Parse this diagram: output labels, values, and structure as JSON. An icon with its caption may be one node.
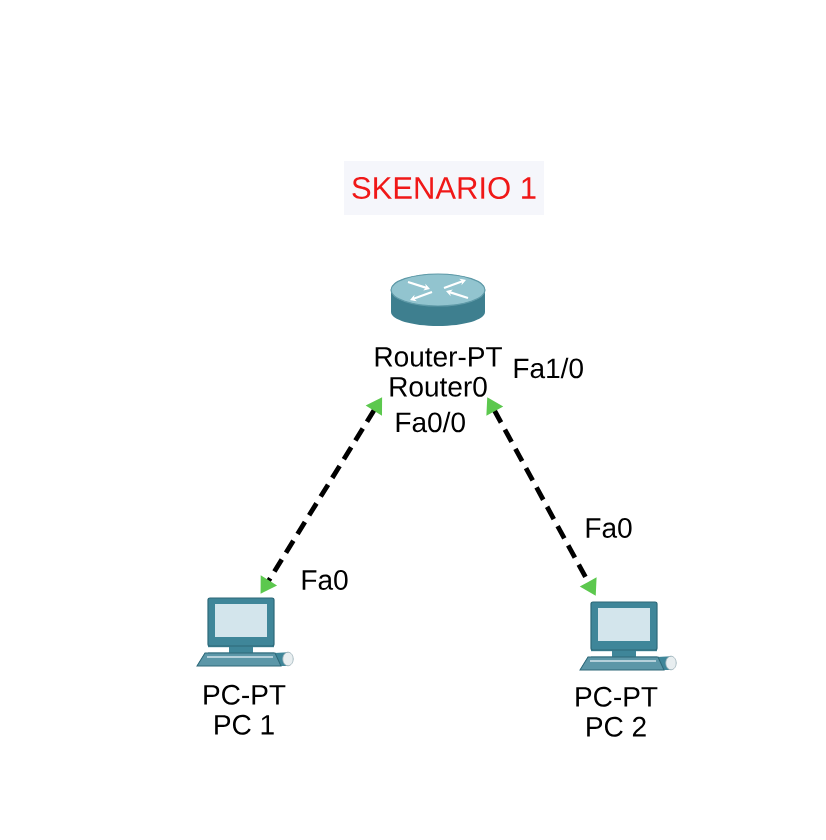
{
  "diagram": {
    "title": "SKENARIO 1",
    "nodes": [
      {
        "text": [
          "Router-PT",
          "Router0"
        ]
      },
      {
        "text": [
          "PC-PT",
          "PC 1"
        ]
      },
      {
        "text": [
          "PC-PT",
          "PC 2"
        ]
      }
    ],
    "edges": [
      {
        "from": 0,
        "to": 1,
        "arrow": "both",
        "style": "dashed"
      },
      {
        "from": 0,
        "to": 2,
        "arrow": "both",
        "style": "dashed"
      }
    ],
    "labels": [
      "Fa1/0",
      "Fa0/0",
      "Fa0",
      "Fa0"
    ]
  }
}
